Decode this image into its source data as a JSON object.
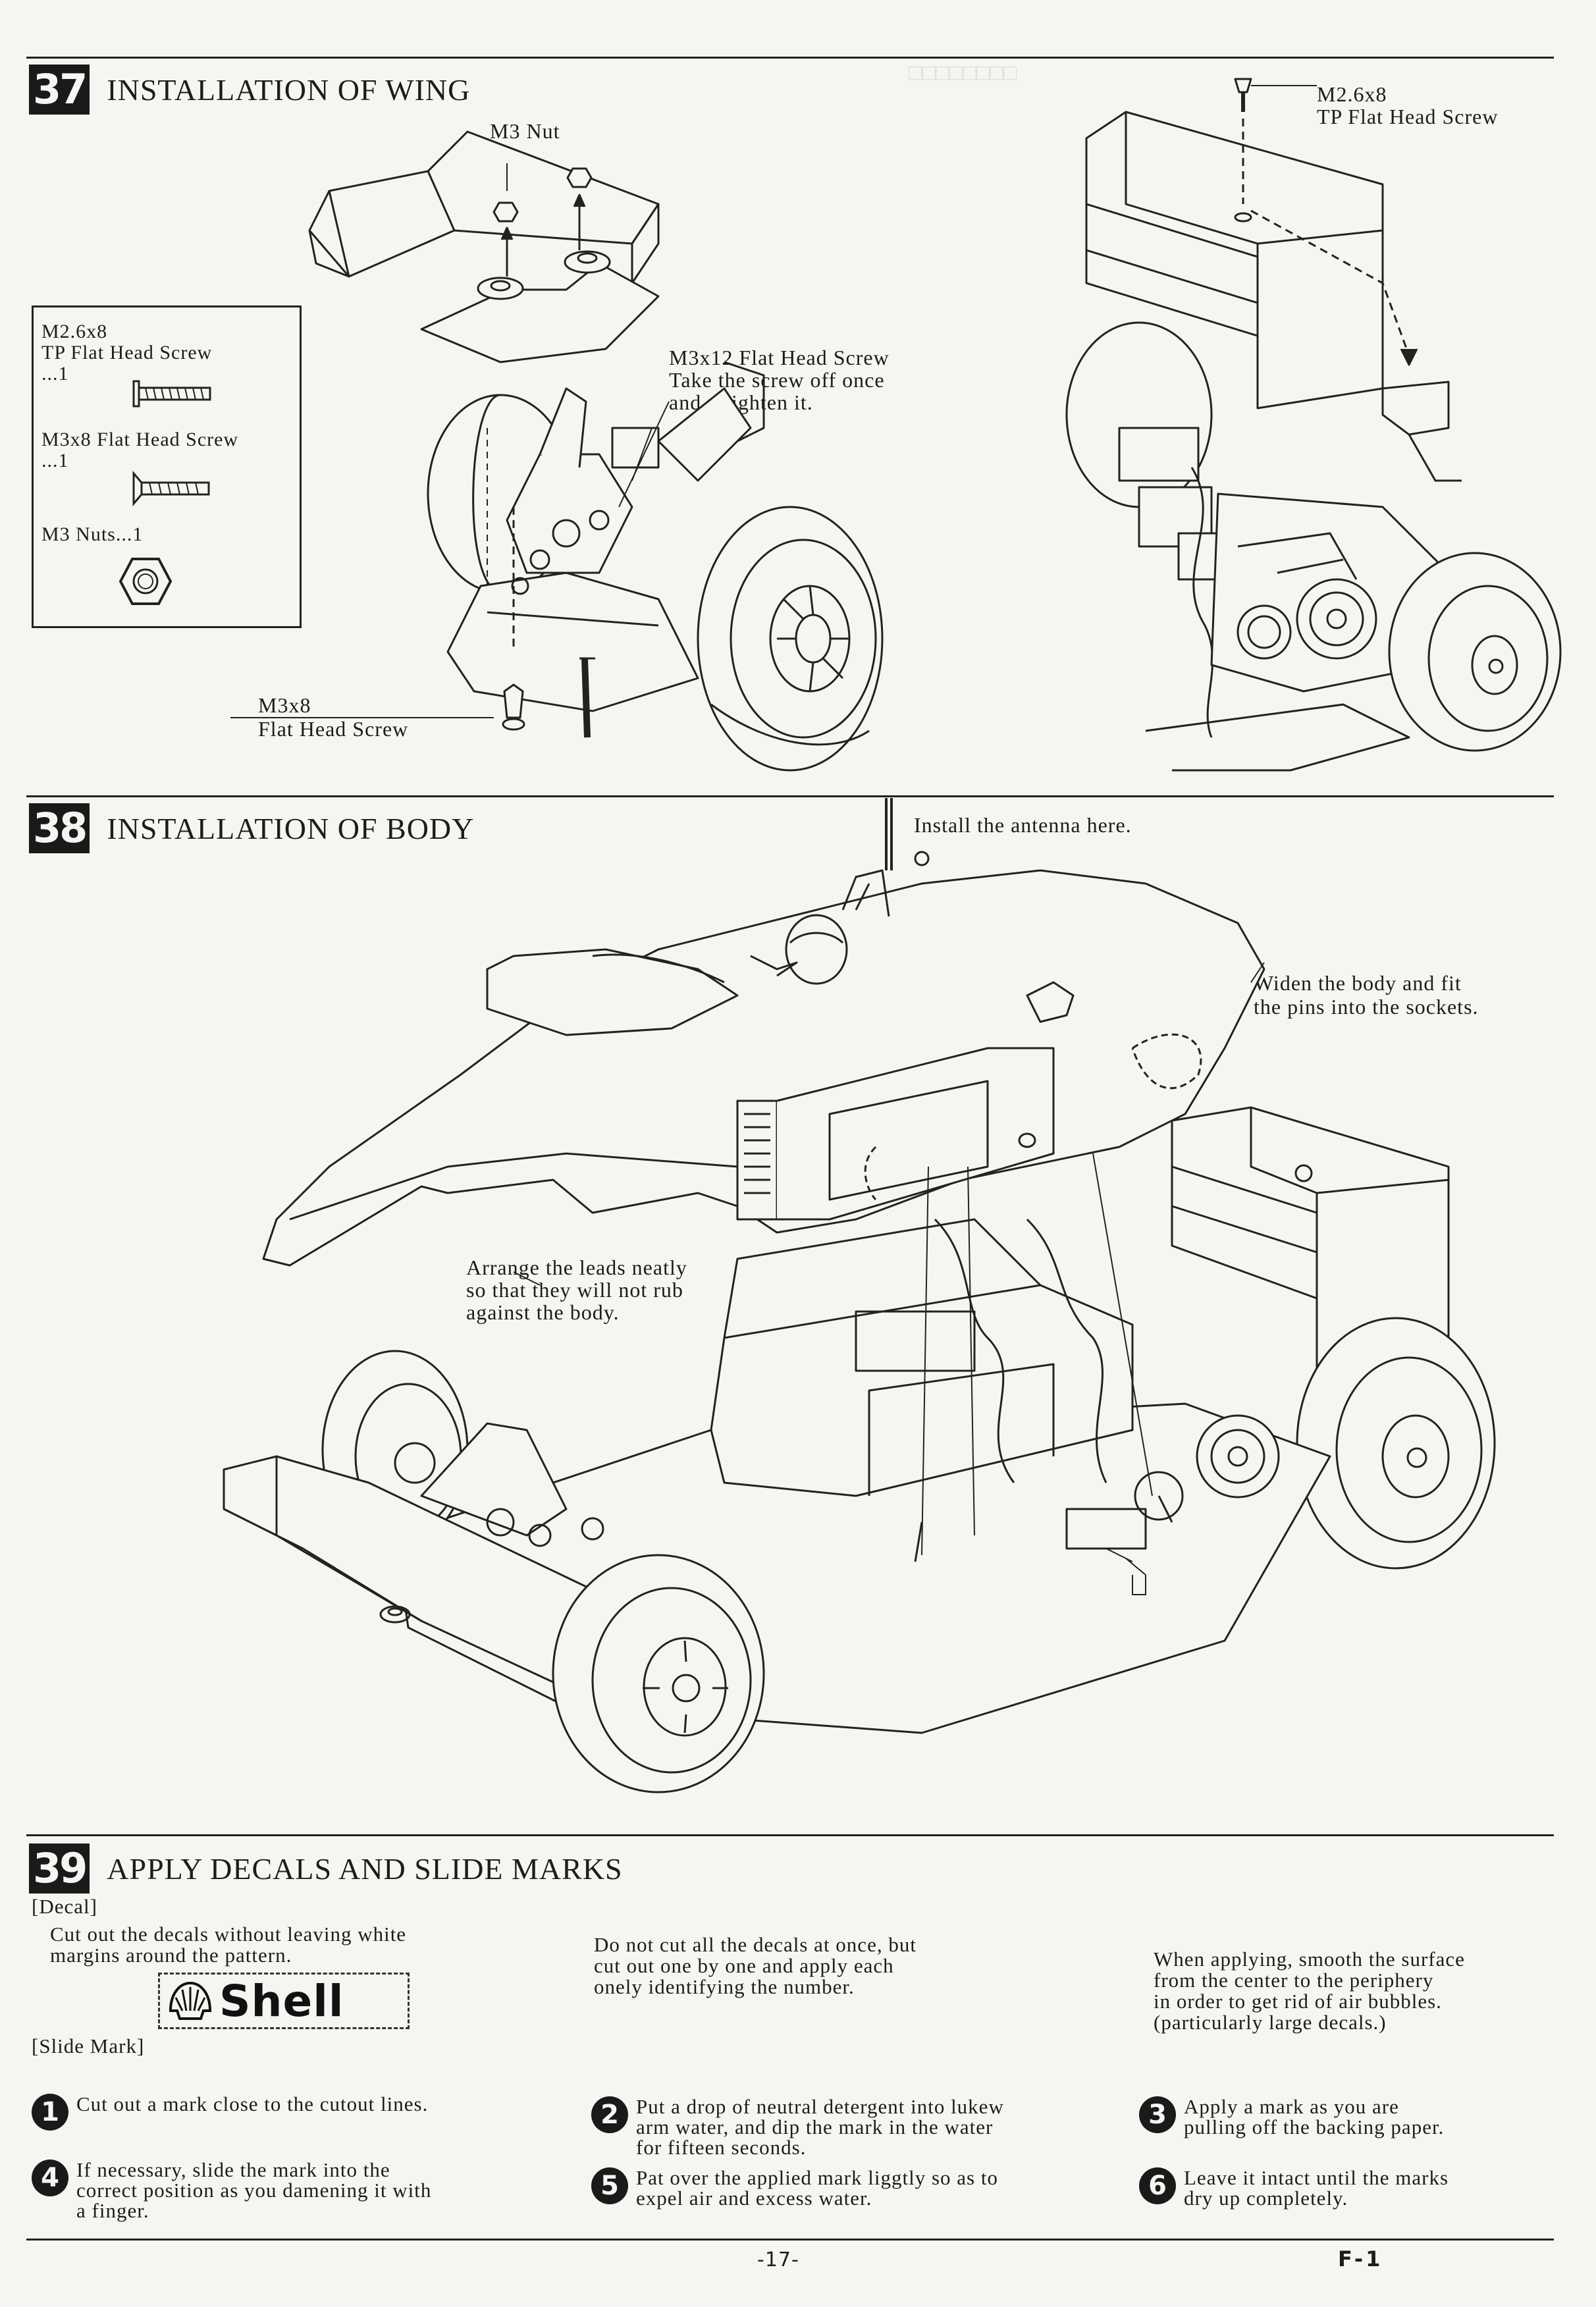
{
  "step37": {
    "number": "37",
    "title": "INSTALLATION OF WING",
    "labels": {
      "m3_nut": "M3 Nut",
      "screw_top_size": "M2.6x8",
      "screw_top_name": "TP Flat Head Screw",
      "m3x12_line1": "M3x12 Flat Head Screw",
      "m3x12_line2": "Take the screw off once",
      "m3x12_line3": "and retighten it.",
      "m3x8_size": "M3x8",
      "m3x8_name": "Flat Head Screw"
    },
    "parts_box": {
      "p1_size": "M2.6x8",
      "p1_name": "TP Flat Head Screw",
      "p1_qty": "...1",
      "p2_name": "M3x8 Flat Head Screw",
      "p2_qty": "...1",
      "p3_name": "M3 Nuts...1"
    }
  },
  "step38": {
    "number": "38",
    "title": "INSTALLATION OF BODY",
    "labels": {
      "antenna": "Install the antenna here.",
      "widen_line1": "Widen the body and fit",
      "widen_line2": "the pins into the sockets.",
      "leads_line1": "Arrange the leads neatly",
      "leads_line2": "so that they will not rub",
      "leads_line3": "against the body."
    }
  },
  "step39": {
    "number": "39",
    "title": "APPLY DECALS AND SLIDE MARKS",
    "decal_heading": "[Decal]",
    "decal_text1_line1": "Cut out the decals without leaving white",
    "decal_text1_line2": "margins around the pattern.",
    "decal_text2_line1": "Do not cut all the decals at once, but",
    "decal_text2_line2": "cut out one by one and apply each",
    "decal_text2_line3": "onely identifying the number.",
    "decal_text3_line1": "When applying, smooth the surface",
    "decal_text3_line2": "from the center to the periphery",
    "decal_text3_line3": "in order to get rid of air bubbles.",
    "decal_text3_line4": "(particularly large decals.)",
    "logo_text": "Shell",
    "slide_heading": "[Slide Mark]",
    "steps": [
      {
        "num": "1",
        "l1": "Cut out a mark close to the cutout lines.",
        "l2": "",
        "l3": ""
      },
      {
        "num": "2",
        "l1": "Put a drop of neutral detergent into lukew",
        "l2": "arm water, and dip the mark in the water",
        "l3": "for fifteen seconds."
      },
      {
        "num": "3",
        "l1": "Apply a mark as you are",
        "l2": "pulling off the backing paper.",
        "l3": ""
      },
      {
        "num": "4",
        "l1": "If necessary, slide the mark into the",
        "l2": "correct position as you damening it with",
        "l3": "a finger."
      },
      {
        "num": "5",
        "l1": "Pat over the applied mark liggtly so as to",
        "l2": "expel air and excess water.",
        "l3": ""
      },
      {
        "num": "6",
        "l1": "Leave it intact until the marks",
        "l2": "dry up completely.",
        "l3": ""
      }
    ]
  },
  "footer": {
    "page_number": "-17-",
    "code": "F-1"
  }
}
